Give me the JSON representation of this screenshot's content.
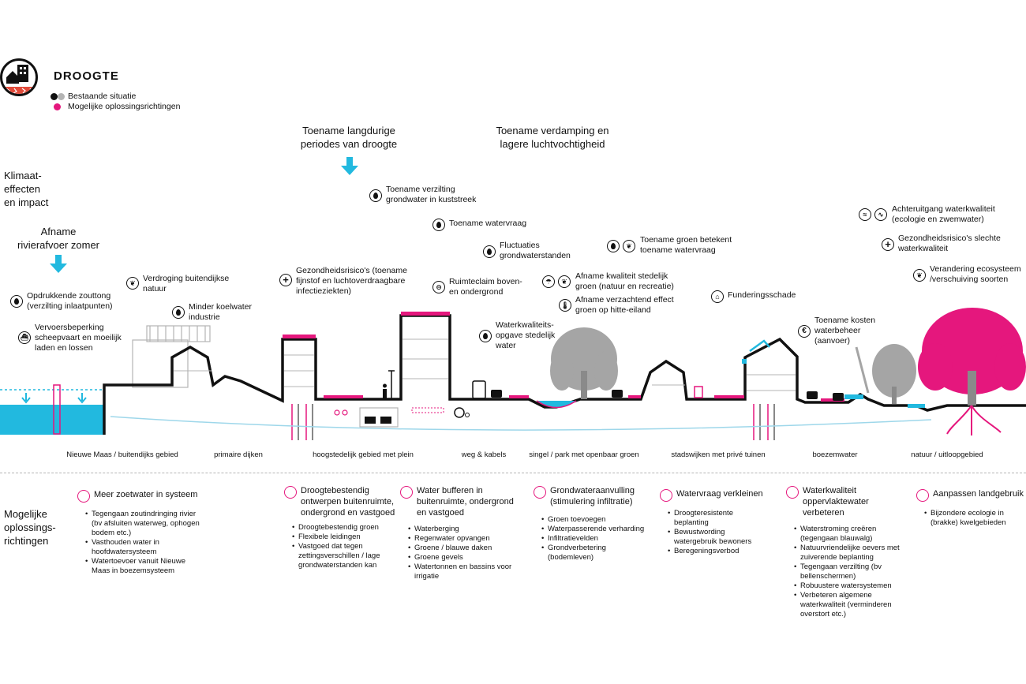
{
  "title": "DROOGTE",
  "legend": {
    "existing": "Bestaande situatie",
    "solutions": "Mogelijke oplossingsrichtingen",
    "colors": {
      "existing_black": "#111111",
      "existing_grey": "#b4b4b4",
      "solution_pink": "#e5177d",
      "water": "#22b9df"
    }
  },
  "side_labels": {
    "climate": [
      "Klimaat-",
      "effecten",
      "en impact"
    ],
    "solutions": [
      "Mogelijke",
      "oplossings-",
      "richtingen"
    ]
  },
  "drivers": {
    "long_drought": [
      "Toename langdurige",
      "periodes van droogte"
    ],
    "evaporation": [
      "Toename verdamping en",
      "lagere luchtvochtigheid"
    ],
    "river_discharge": [
      "Afname",
      "rivierafvoer zomer"
    ]
  },
  "impacts": [
    {
      "icon": "drop-icon",
      "lines": [
        "Opdrukkende zouttong",
        "(verzilting inlaatpunten)"
      ]
    },
    {
      "icon": "ship-icon",
      "lines": [
        "Vervoersbeperking",
        "scheepvaart en moeilijk",
        "laden en lossen"
      ]
    },
    {
      "icon": "leaf-icon",
      "lines": [
        "Verdroging buitendijkse",
        "natuur"
      ]
    },
    {
      "icon": "drop-icon",
      "lines": [
        "Minder koelwater",
        "industrie"
      ]
    },
    {
      "icon": "health-cross-icon",
      "lines": [
        "Gezondheidsrisico's (toename",
        "fijnstof en luchtoverdraagbare",
        "infectieziekten)"
      ]
    },
    {
      "icon": "drop-icon",
      "lines": [
        "Toename verzilting",
        "grondwater in kuststreek"
      ]
    },
    {
      "icon": "drop-icon",
      "lines": [
        "Toename watervraag"
      ]
    },
    {
      "icon": "drop-icon",
      "lines": [
        "Fluctuaties",
        "grondwaterstanden"
      ]
    },
    {
      "icon": "space-claim-icon",
      "lines": [
        "Ruimteclaim boven-",
        "en ondergrond"
      ]
    },
    {
      "icon": "drop-icon",
      "lines": [
        "Waterkwaliteits-",
        "opgave stedelijk",
        "water"
      ]
    },
    {
      "icon": "drop-leaf-icon",
      "lines": [
        "Toename groen betekent",
        "toename watervraag"
      ]
    },
    {
      "icon": "umbrella-leaf-icon",
      "lines": [
        "Afname kwaliteit stedelijk",
        "groen (natuur en recreatie)"
      ]
    },
    {
      "icon": "thermometer-icon",
      "lines": [
        "Afname verzachtend effect",
        "groen op hitte-eiland"
      ]
    },
    {
      "icon": "house-icon",
      "lines": [
        "Funderingsschade"
      ]
    },
    {
      "icon": "euro-icon",
      "lines": [
        "Toename kosten",
        "waterbeheer",
        "(aanvoer)"
      ]
    },
    {
      "icon": "swim-icon",
      "lines": [
        "Achteruitgang waterkwaliteit",
        "(ecologie en zwemwater)"
      ]
    },
    {
      "icon": "health-cross-icon",
      "lines": [
        "Gezondheidsrisico's slechte",
        "waterkwaliteit"
      ]
    },
    {
      "icon": "leaf-icon",
      "lines": [
        "Verandering ecosysteem",
        "/verschuiving soorten"
      ]
    }
  ],
  "zones": [
    "Nieuwe Maas / buitendijks gebied",
    "primaire dijken",
    "hoogstedelijk gebied met plein",
    "weg & kabels",
    "singel / park met openbaar groen",
    "stadswijken met privé tuinen",
    "boezemwater",
    "natuur / uitloopgebied"
  ],
  "solutions": [
    {
      "title": [
        "Meer zoetwater in systeem"
      ],
      "items": [
        [
          "Tegengaan zoutindringing rivier",
          "(bv afsluiten waterweg, ophogen",
          "bodem etc.)"
        ],
        [
          "Vasthouden water in",
          "hoofdwatersysteem"
        ],
        [
          "Watertoevoer vanuit Nieuwe",
          "Maas in boezemsysteem"
        ]
      ]
    },
    {
      "title": [
        "Droogtebestendig",
        "ontwerpen buitenruimte,",
        "ondergrond en vastgoed"
      ],
      "items": [
        [
          "Droogtebestendig groen"
        ],
        [
          "Flexibele leidingen"
        ],
        [
          "Vastgoed dat tegen",
          "zettingsverschillen / lage",
          "grondwaterstanden kan"
        ]
      ]
    },
    {
      "title": [
        "Water bufferen in",
        "buitenruimte, ondergrond",
        "en vastgoed"
      ],
      "items": [
        [
          "Waterberging"
        ],
        [
          "Regenwater opvangen"
        ],
        [
          "Groene / blauwe daken"
        ],
        [
          "Groene gevels"
        ],
        [
          "Watertonnen en bassins voor",
          "irrigatie"
        ]
      ]
    },
    {
      "title": [
        "Grondwateraanvulling",
        "(stimulering infiltratie)"
      ],
      "items": [
        [
          "Groen toevoegen"
        ],
        [
          "Waterpasserende verharding"
        ],
        [
          "Infiltratievelden"
        ],
        [
          "Grondverbetering",
          "(bodemleven)"
        ]
      ]
    },
    {
      "title": [
        "Watervraag verkleinen"
      ],
      "items": [
        [
          "Droogteresistente",
          "beplanting"
        ],
        [
          "Bewustwording",
          "watergebruik bewoners"
        ],
        [
          "Beregeningsverbod"
        ]
      ]
    },
    {
      "title": [
        "Waterkwaliteit",
        "oppervlaktewater",
        "verbeteren"
      ],
      "items": [
        [
          "Waterstroming creëren",
          "(tegengaan blauwalg)"
        ],
        [
          "Natuurvriendelijke oevers met",
          "zuiverende beplanting"
        ],
        [
          "Tegengaan verzilting (bv",
          "bellenschermen)"
        ],
        [
          "Robuustere watersystemen"
        ],
        [
          "Verbeteren algemene",
          "waterkwaliteit (verminderen",
          "overstort etc.)"
        ]
      ]
    },
    {
      "title": [
        "Aanpassen landgebruik"
      ],
      "items": [
        [
          "Bijzondere ecologie in",
          "(brakke) kwelgebieden"
        ]
      ]
    }
  ]
}
